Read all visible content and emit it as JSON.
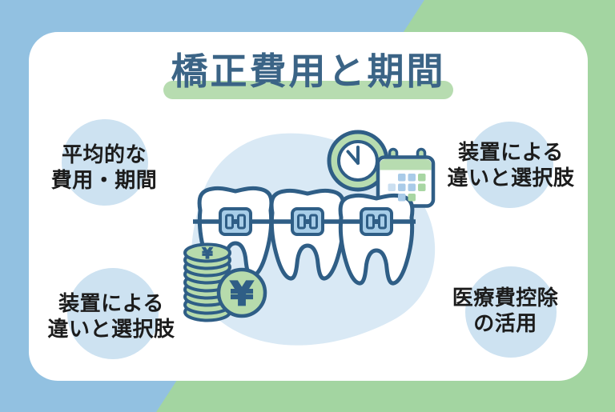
{
  "header": {
    "title": "橋正費用と期間"
  },
  "topics": [
    {
      "position": "top-left",
      "line1": "平均的な",
      "line2": "費用・期間"
    },
    {
      "position": "top-right",
      "line1": "装置による",
      "line2": "違いと選択肢"
    },
    {
      "position": "bottom-left",
      "line1": "装置による",
      "line2": "違いと選択肢"
    },
    {
      "position": "bottom-right",
      "line1": "医療費控除",
      "line2": "の活用"
    }
  ],
  "illustration": {
    "yen_symbol": "¥",
    "icons": [
      "teeth-with-braces-icon",
      "clock-icon",
      "calendar-icon",
      "coin-stack-icon",
      "yen-coin-icon"
    ]
  },
  "colors": {
    "background_blue": "#92c1e1",
    "background_green": "#a3d5a1",
    "card_white": "#ffffff",
    "bubble_blue": "#cde2f1",
    "blob_blue": "#d9e9f5",
    "outline_navy": "#2f5e86",
    "title_navy": "#3b6486",
    "accent_green": "#b7dcb0",
    "coin_green": "#b7dbac",
    "bracket_blue": "#a7cde8",
    "calendar_square_blue": "#a9cbe8",
    "calendar_square_green": "#a8d6a3",
    "calendar_square_lightblue": "#cbdff0",
    "label_black": "#1c1c1c"
  }
}
